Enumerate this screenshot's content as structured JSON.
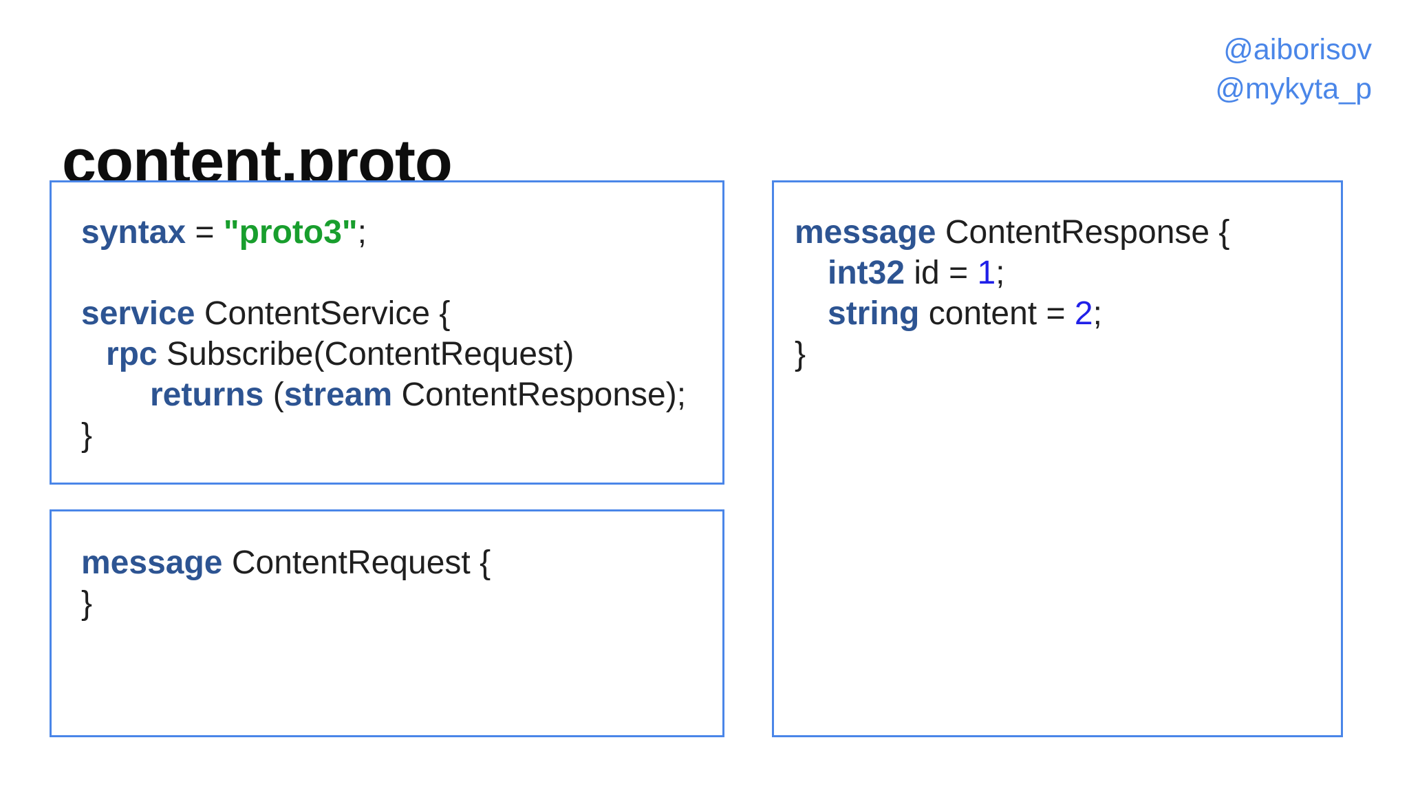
{
  "title": "content.proto",
  "handles": {
    "line1": "@aiborisov",
    "line2": "@mykyta_p"
  },
  "colors": {
    "accent": "#4a86e8",
    "border-color": "#4a86e8",
    "title-color": "#0d0d0d",
    "code-color": "#1f1f1f",
    "keyword-color": "#2d5492",
    "string-color": "#189e2d",
    "number-color": "#2020e8"
  },
  "code": {
    "service_box": {
      "syntax_kw": "syntax",
      "syntax_eq": "=",
      "proto3_str": "\"proto3\"",
      "semi": ";",
      "service_kw": "service",
      "service_rest": "ContentService {",
      "rpc_kw": "rpc",
      "rpc_rest": "Subscribe(ContentRequest)",
      "returns_kw": "returns",
      "open_paren": "(",
      "stream_kw": "stream",
      "stream_rest": "ContentResponse);",
      "close_brace": "}"
    },
    "request_box": {
      "message_kw": "message",
      "message_rest": "ContentRequest {",
      "close_brace": "}"
    },
    "response_box": {
      "message_kw": "message",
      "message_rest": "ContentResponse {",
      "int32_kw": "int32",
      "id_text": "id =",
      "id_num": "1",
      "id_semi": ";",
      "string_kw": "string",
      "content_text": "content =",
      "content_num": "2",
      "content_semi": ";",
      "close_brace": "}"
    }
  }
}
